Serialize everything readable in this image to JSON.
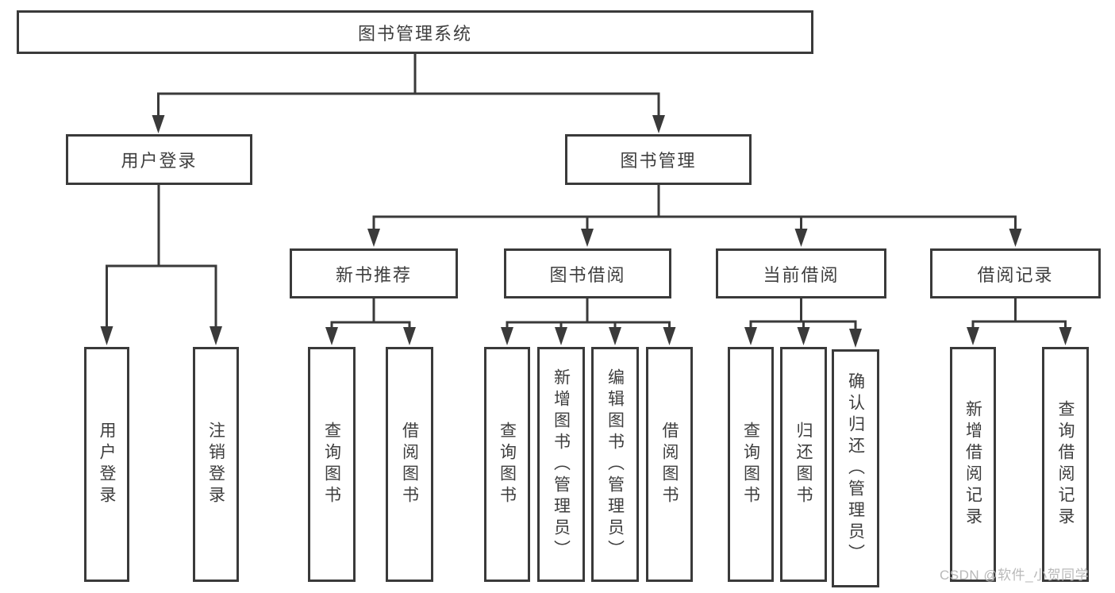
{
  "diagram": {
    "title": "图书管理系统",
    "tree": {
      "label": "图书管理系统",
      "children": [
        {
          "label": "用户登录",
          "children": [
            {
              "label": "用户登录"
            },
            {
              "label": "注销登录"
            }
          ]
        },
        {
          "label": "图书管理",
          "children": [
            {
              "label": "新书推荐",
              "children": [
                {
                  "label": "查询图书"
                },
                {
                  "label": "借阅图书"
                }
              ]
            },
            {
              "label": "图书借阅",
              "children": [
                {
                  "label": "查询图书"
                },
                {
                  "label": "新增图书（管理员）"
                },
                {
                  "label": "编辑图书（管理员）"
                },
                {
                  "label": "借阅图书"
                }
              ]
            },
            {
              "label": "当前借阅",
              "children": [
                {
                  "label": "查询图书"
                },
                {
                  "label": "归还图书"
                },
                {
                  "label": "确认归还（管理员）"
                }
              ]
            },
            {
              "label": "借阅记录",
              "children": [
                {
                  "label": "新增借阅记录"
                },
                {
                  "label": "查询借阅记录"
                }
              ]
            }
          ]
        }
      ]
    },
    "colors": {
      "line": "#3a3a3a",
      "text": "#3e3e3e",
      "background": "#ffffff",
      "watermark": "#b9b9b9"
    },
    "watermark": {
      "text": "CSDN @软件_小贺同学"
    }
  }
}
